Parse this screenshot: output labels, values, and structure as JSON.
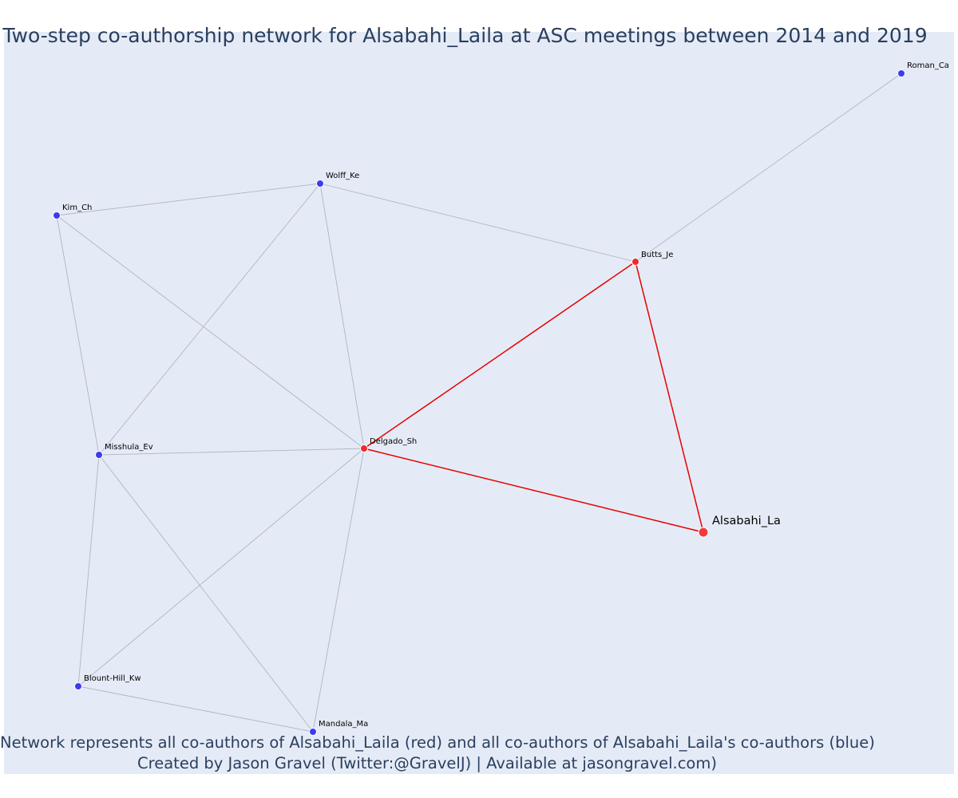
{
  "title": "Two-step co-authorship network for Alsabahi_Laila at ASC meetings between 2014 and 2019",
  "caption": {
    "line1": "Network represents all co-authors of Alsabahi_Laila (red) and all co-authors of Alsabahi_Laila's co-authors (blue)",
    "line2": "Created by Jason Gravel (Twitter:@GravelJ) | Available at jasongravel.com)"
  },
  "colors": {
    "background": "#e5ebf6",
    "focal_node": "#f03b3b",
    "first_step_node": "#ee2a2a",
    "second_step_node": "#3b3bef",
    "direct_edge": "#e60000",
    "other_edge": "#b0b4c4"
  },
  "nodes": [
    {
      "id": "Alsabahi_La",
      "label": "Alsabahi_La",
      "group": "focal"
    },
    {
      "id": "Butts_Je",
      "label": "Butts_Je",
      "group": "first"
    },
    {
      "id": "Delgado_Sh",
      "label": "Delgado_Sh",
      "group": "first"
    },
    {
      "id": "Roman_Ca",
      "label": "Roman_Ca",
      "group": "second"
    },
    {
      "id": "Wolff_Ke",
      "label": "Wolff_Ke",
      "group": "second"
    },
    {
      "id": "Kim_Ch",
      "label": "Kim_Ch",
      "group": "second"
    },
    {
      "id": "Misshula_Ev",
      "label": "Misshula_Ev",
      "group": "second"
    },
    {
      "id": "Blount-Hill_Kw",
      "label": "Blount-Hill_Kw",
      "group": "second"
    },
    {
      "id": "Mandala_Ma",
      "label": "Mandala_Ma",
      "group": "second"
    }
  ],
  "edges": [
    {
      "source": "Alsabahi_La",
      "target": "Butts_Je",
      "kind": "direct"
    },
    {
      "source": "Alsabahi_La",
      "target": "Delgado_Sh",
      "kind": "direct"
    },
    {
      "source": "Butts_Je",
      "target": "Delgado_Sh",
      "kind": "direct"
    },
    {
      "source": "Butts_Je",
      "target": "Roman_Ca",
      "kind": "other"
    },
    {
      "source": "Butts_Je",
      "target": "Wolff_Ke",
      "kind": "other"
    },
    {
      "source": "Wolff_Ke",
      "target": "Kim_Ch",
      "kind": "other"
    },
    {
      "source": "Wolff_Ke",
      "target": "Delgado_Sh",
      "kind": "other"
    },
    {
      "source": "Wolff_Ke",
      "target": "Misshula_Ev",
      "kind": "other"
    },
    {
      "source": "Kim_Ch",
      "target": "Delgado_Sh",
      "kind": "other"
    },
    {
      "source": "Kim_Ch",
      "target": "Misshula_Ev",
      "kind": "other"
    },
    {
      "source": "Misshula_Ev",
      "target": "Delgado_Sh",
      "kind": "other"
    },
    {
      "source": "Misshula_Ev",
      "target": "Blount-Hill_Kw",
      "kind": "other"
    },
    {
      "source": "Misshula_Ev",
      "target": "Mandala_Ma",
      "kind": "other"
    },
    {
      "source": "Blount-Hill_Kw",
      "target": "Delgado_Sh",
      "kind": "other"
    },
    {
      "source": "Blount-Hill_Kw",
      "target": "Mandala_Ma",
      "kind": "other"
    },
    {
      "source": "Mandala_Ma",
      "target": "Delgado_Sh",
      "kind": "other"
    }
  ]
}
